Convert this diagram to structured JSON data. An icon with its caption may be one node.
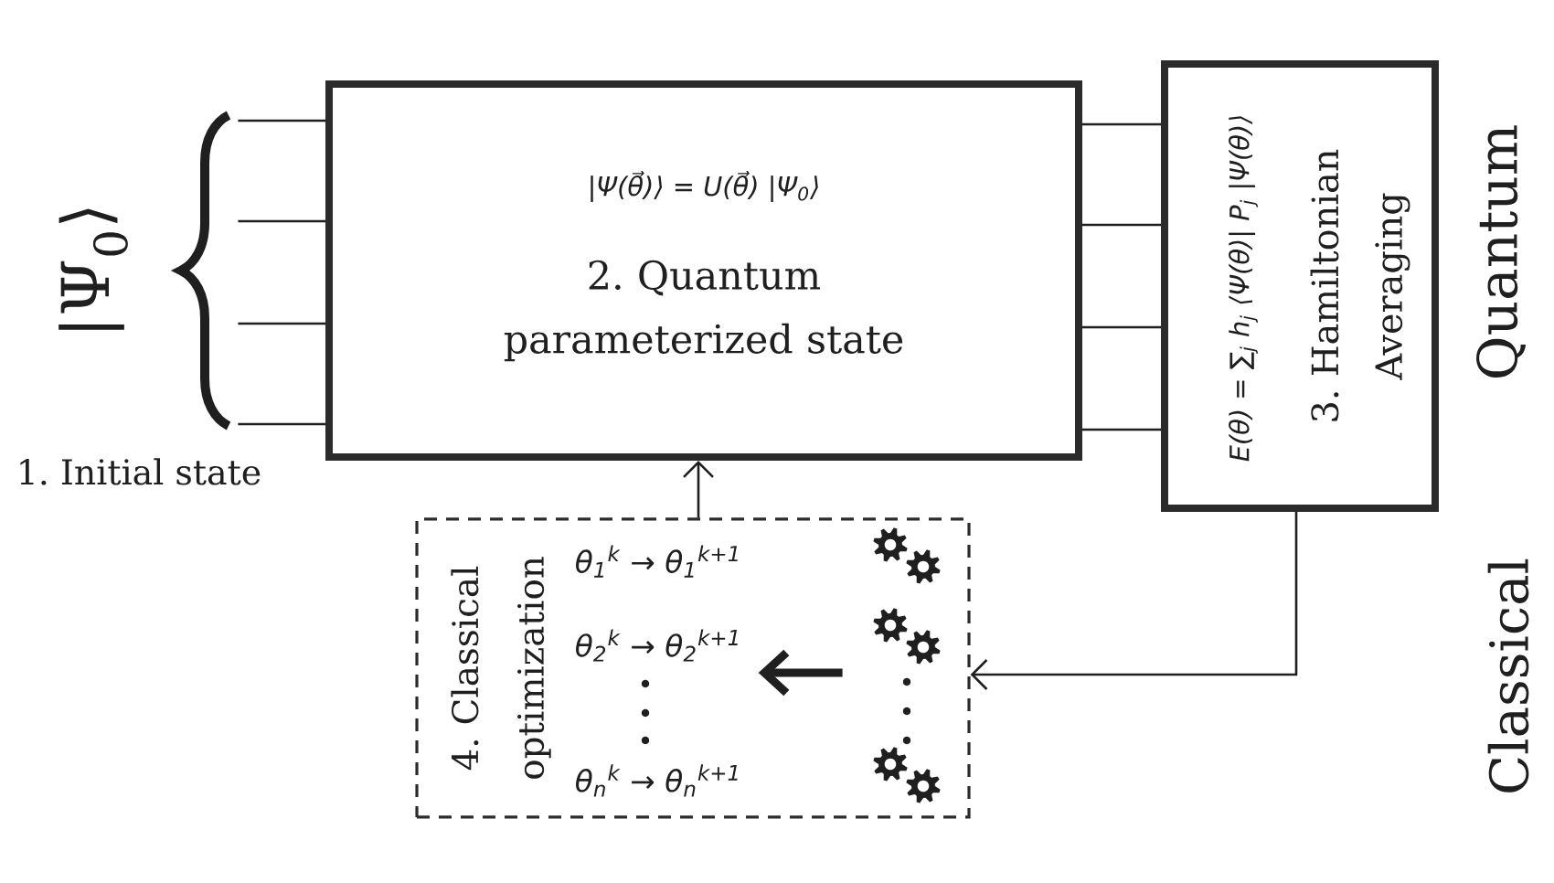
{
  "diagram": {
    "nodes": [
      {
        "text": [
          "|Ψ$_{0}$⟩",
          "1. Initial state"
        ]
      },
      {
        "text": [
          "|Ψ(θ⃗)⟩ = U(θ⃗) |Ψ$_{0}$⟩",
          "2. Quantum parameterized state"
        ]
      },
      {
        "text": [
          "E(θ) = ∑$_{j}$ h$_{j}$ ⟨Ψ(θ)| P$_{j}$ |Ψ(θ)⟩",
          "3. Hamiltonian Averaging"
        ]
      },
      {
        "text": [
          "4. Classical optimization"
        ]
      },
      {
        "text": [
          "θ$_{1}$$^{k}$ → θ$_{1}$$^{k+1}$",
          "θ$_{2}$$^{k}$ → θ$_{2}$$^{k+1}$",
          "θ$_{n}$$^{k}$ → θ$_{n}$$^{k+1}$"
        ],
        "in": 3
      },
      {
        "text": [],
        "shape": "picture",
        "in": 3
      }
    ],
    "edges": [
      {
        "from": 0,
        "to": 1,
        "arrow": "none"
      },
      {
        "from": 0,
        "to": 1,
        "arrow": "none"
      },
      {
        "from": 0,
        "to": 1,
        "arrow": "none"
      },
      {
        "from": 0,
        "to": 1,
        "arrow": "none"
      },
      {
        "from": 1,
        "to": 2,
        "arrow": "none"
      },
      {
        "from": 1,
        "to": 2,
        "arrow": "none"
      },
      {
        "from": 1,
        "to": 2,
        "arrow": "none"
      },
      {
        "from": 1,
        "to": 2,
        "arrow": "none"
      },
      {
        "from": 2,
        "to": 3,
        "arrow": "to"
      },
      {
        "from": 3,
        "to": 1,
        "arrow": "to"
      },
      {
        "from": 5,
        "to": 4,
        "arrow": "to",
        "style": "thick"
      }
    ],
    "labels": [
      "Quantum",
      "Classical"
    ]
  }
}
